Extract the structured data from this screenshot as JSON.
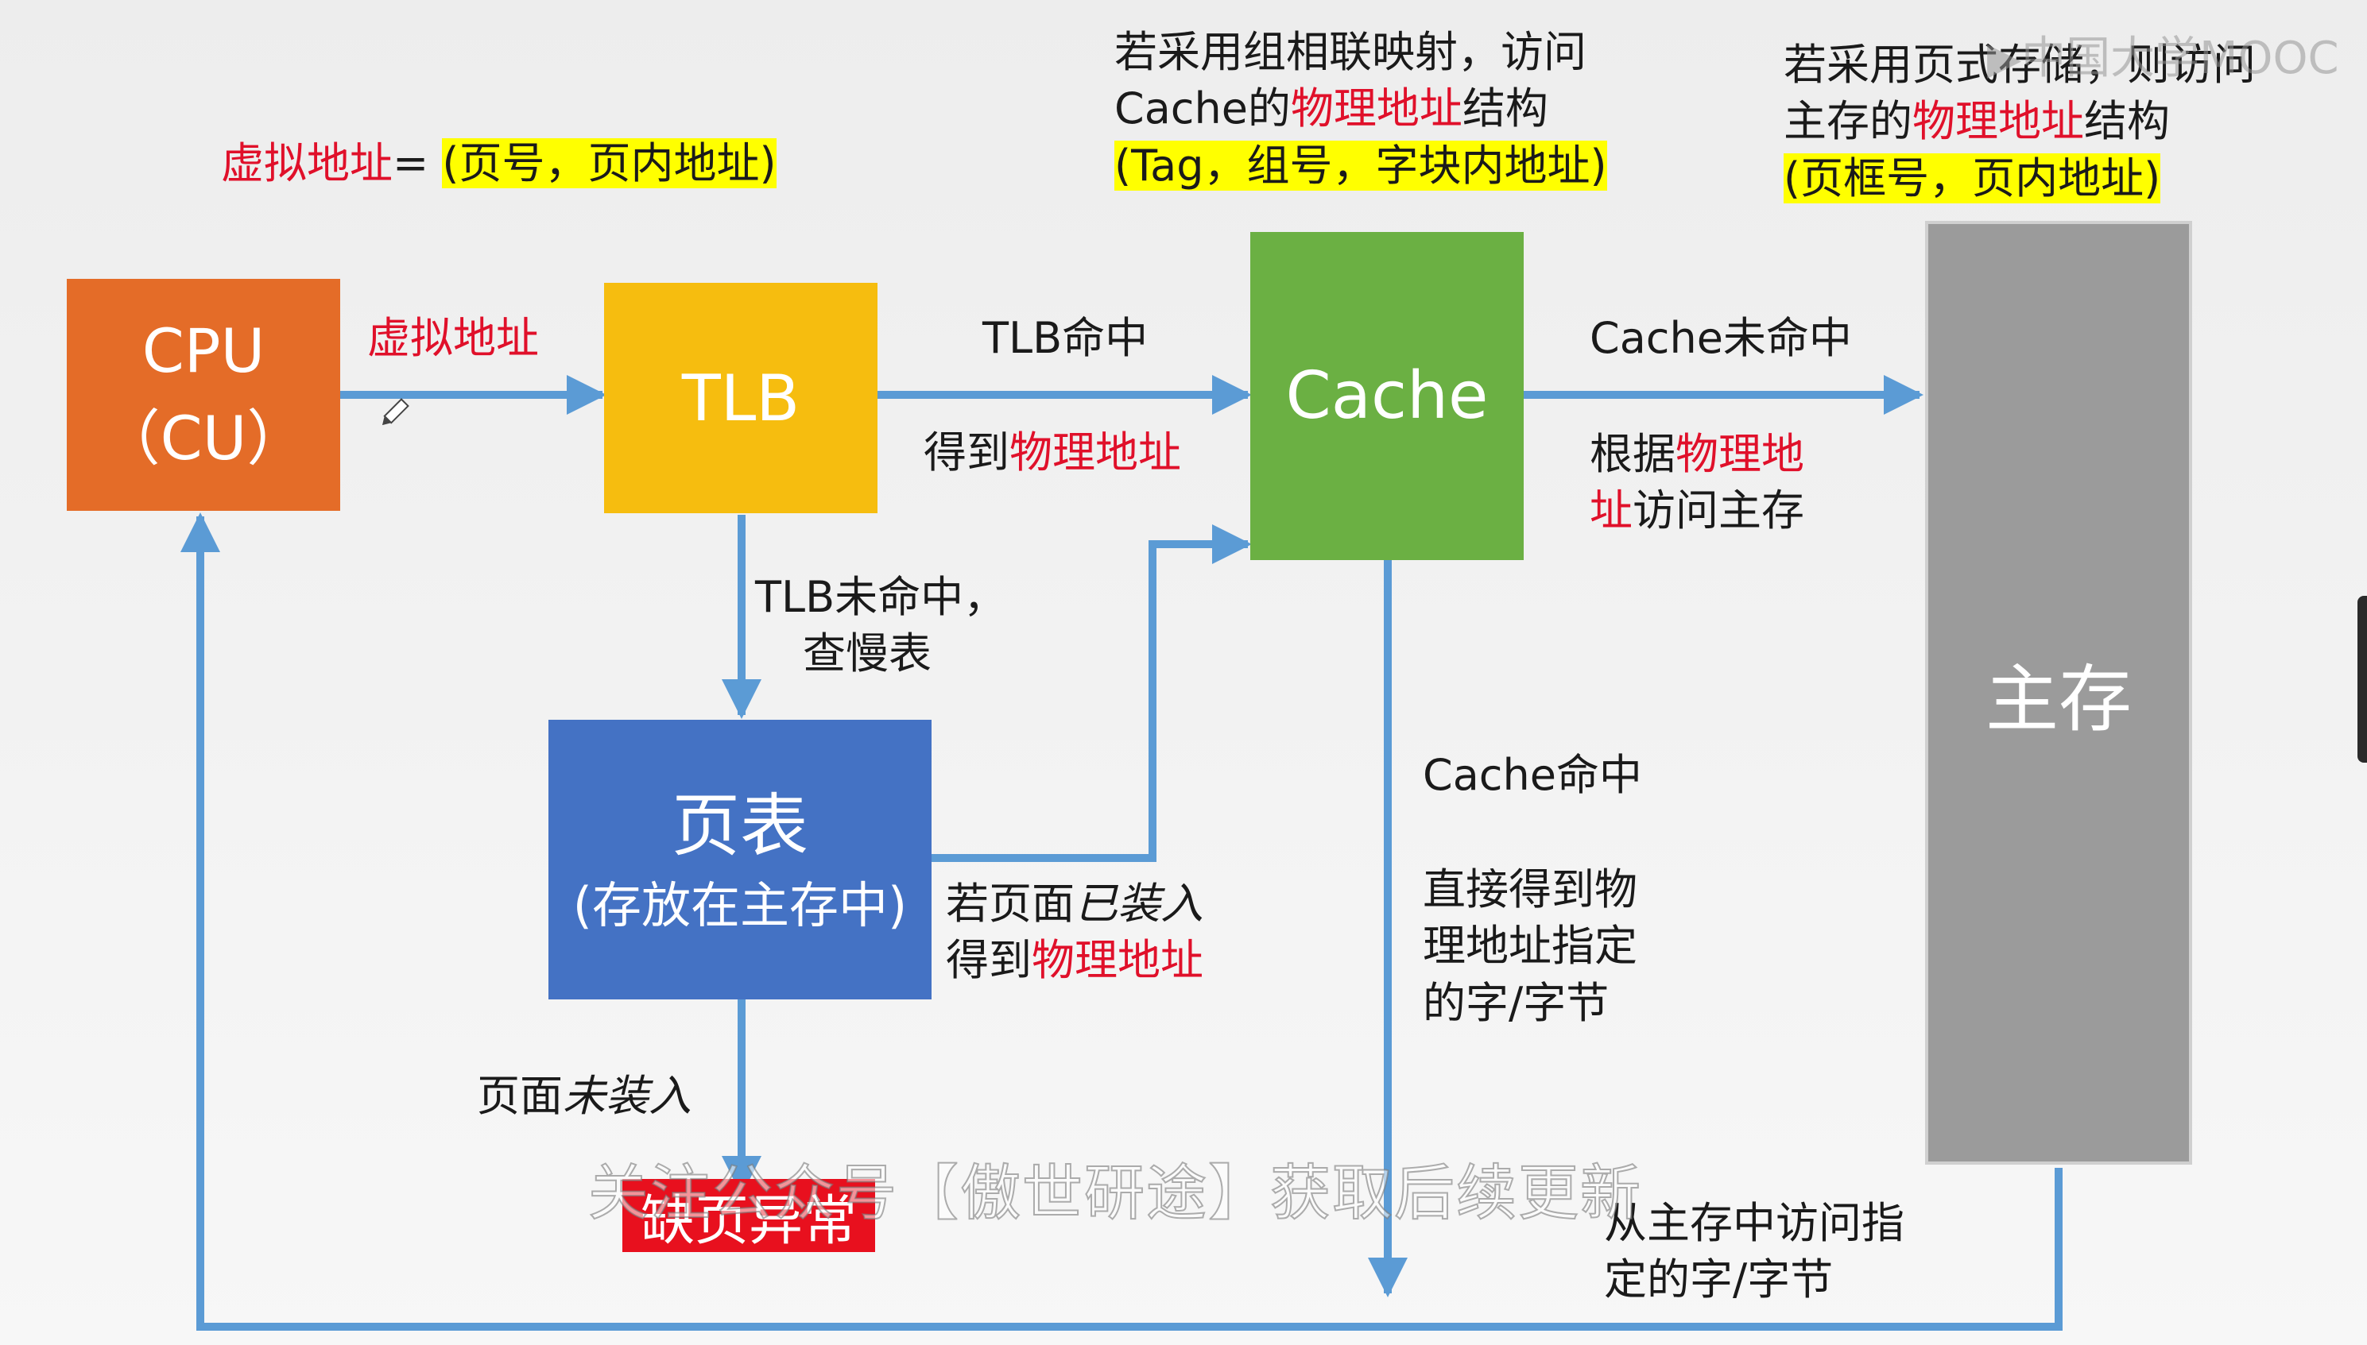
{
  "header": {
    "virtual_addr_label": "虚拟地址",
    "virtual_addr_rest": "= ",
    "virtual_addr_struct": "(页号，页内地址)",
    "cache_note_line1": "若采用组相联映射，访问",
    "cache_note_line2_pre": "Cache的",
    "cache_note_line2_red": "物理地址",
    "cache_note_line2_post": "结构",
    "cache_note_struct": "(Tag，组号，字块内地址)",
    "mem_note_line1": "若采用页式存储，则访问",
    "mem_note_line2_pre": "主存的",
    "mem_note_line2_red": "物理地址",
    "mem_note_line2_post": "结构",
    "mem_note_struct": "(页框号，页内地址)"
  },
  "boxes": {
    "cpu_line1": "CPU",
    "cpu_line2": "（CU）",
    "tlb": "TLB",
    "cache": "Cache",
    "page_table_line1": "页表",
    "page_table_line2": "(存放在主存中)",
    "main_memory": "主存",
    "page_fault": "缺页异常"
  },
  "labels": {
    "virtual_addr_arrow": "虚拟地址",
    "tlb_hit": "TLB命中",
    "tlb_hit_get_pre": "得到",
    "tlb_hit_get_red": "物理地址",
    "tlb_miss_line1": "TLB未命中，",
    "tlb_miss_line2": "查慢表",
    "page_loaded_line1_pre": "若页面",
    "page_loaded_line1_em": "已装入",
    "page_loaded_line2_pre": "得到",
    "page_loaded_line2_red": "物理地址",
    "page_not_loaded_pre": "页面",
    "page_not_loaded_em": "未装入",
    "cache_miss": "Cache未命中",
    "cache_miss_desc_line1_pre": "根据",
    "cache_miss_desc_line1_red": "物理地",
    "cache_miss_desc_line2_red": "址",
    "cache_miss_desc_line2_post": "访问主存",
    "cache_hit": "Cache命中",
    "cache_hit_desc_line1": "直接得到物",
    "cache_hit_desc_line2": "理地址指定",
    "cache_hit_desc_line3": "的字/字节",
    "mem_access_line1": "从主存中访问指",
    "mem_access_line2": "定的字/字节"
  },
  "overlay": {
    "watermark": "关注公众号【傲世研途】获取后续更新",
    "logo": "中国大学MOOC"
  },
  "colors": {
    "cpu": "#e46c28",
    "tlb": "#f6bd0f",
    "cache": "#6bb043",
    "page_table": "#4472c4",
    "main_memory": "#9b9b9b",
    "page_fault": "#e8101e",
    "arrow": "#5b9bd5",
    "highlight": "#ffff00",
    "red_text": "#e0102a"
  }
}
